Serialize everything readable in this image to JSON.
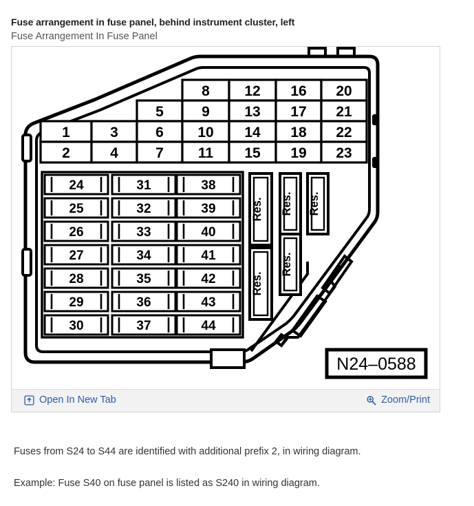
{
  "header": {
    "title": "Fuse arrangement in fuse panel, behind instrument cluster, left",
    "subtitle": "Fuse Arrangement In Fuse Panel"
  },
  "figure": {
    "reference_label": "N24–0588",
    "grid_top": {
      "columns": [
        {
          "index": 1,
          "cells": [
            "1",
            "2"
          ]
        },
        {
          "index": 2,
          "cells": [
            "3",
            "4"
          ]
        },
        {
          "index": 3,
          "cells": [
            "5",
            "6",
            "7"
          ]
        },
        {
          "index": 4,
          "cells": [
            "8",
            "9",
            "10",
            "11"
          ]
        },
        {
          "index": 5,
          "cells": [
            "12",
            "13",
            "14",
            "15"
          ]
        },
        {
          "index": 6,
          "cells": [
            "16",
            "17",
            "18",
            "19"
          ]
        },
        {
          "index": 7,
          "cells": [
            "20",
            "21",
            "22",
            "23"
          ]
        }
      ]
    },
    "fuse_slots": {
      "column_1": [
        "24",
        "25",
        "26",
        "27",
        "28",
        "29",
        "30"
      ],
      "column_2": [
        "31",
        "32",
        "33",
        "34",
        "35",
        "36",
        "37"
      ],
      "column_3": [
        "38",
        "39",
        "40",
        "41",
        "42",
        "43",
        "44"
      ]
    },
    "relay_slots": [
      {
        "id": "res-a",
        "label": "Res."
      },
      {
        "id": "res-b",
        "label": "Res."
      },
      {
        "id": "res-c",
        "label": "Res."
      },
      {
        "id": "res-d",
        "label": "Res."
      },
      {
        "id": "res-e",
        "label": "Res."
      }
    ]
  },
  "footer": {
    "open_new_tab_label": "Open In New Tab",
    "open_new_tab_icon": "open-in-new-tab-icon",
    "zoom_print_label": "Zoom/Print",
    "zoom_print_icon": "magnifier-plus-icon",
    "link_color": "#2b5ca8"
  },
  "notes": {
    "note_1": "Fuses from S24 to S44 are identified with additional prefix 2, in wiring diagram.",
    "note_2": "Example: Fuse S40 on fuse panel is listed as S240 in wiring diagram."
  }
}
